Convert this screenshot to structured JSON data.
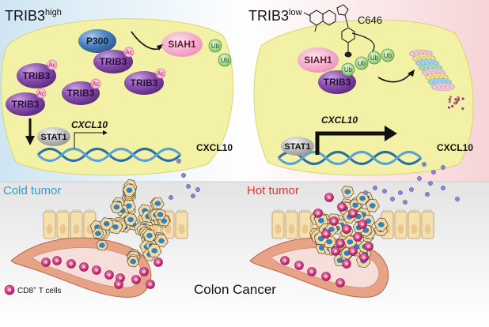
{
  "panels": {
    "left": {
      "title": "TRIB3",
      "title_sup": "high"
    },
    "right": {
      "title": "TRIB3",
      "title_sup": "low",
      "drug": "C646"
    }
  },
  "proteins": {
    "trib3": "TRIB3",
    "p300": "P300",
    "siah1": "SIAH1",
    "ac": "Ac",
    "ub": "Ub",
    "stat1": "STAT1"
  },
  "genes": {
    "cxcl10_gene": "CXCL10",
    "cxcl10_protein": "CXCL10"
  },
  "tumor_labels": {
    "cold": "Cold tumor",
    "hot": "Hot tumor"
  },
  "legend": {
    "cd8_main": "CD8",
    "cd8_sup": "+",
    "cd8_rest": " T cells"
  },
  "footer": {
    "title": "Colon Cancer"
  },
  "colors": {
    "left_bg": "#cfe5f3",
    "right_bg": "#f6d4d7",
    "cell": "#f3f1a6",
    "trib3": "#7c3f9e",
    "p300": "#3f74b0",
    "siah1": "#f1a6c4",
    "ub": "#8fd27c",
    "cold_label": "#2e9bd6",
    "hot_label": "#e2372d",
    "cd8": "#c8186b",
    "chemokine": "#8a86c8"
  }
}
